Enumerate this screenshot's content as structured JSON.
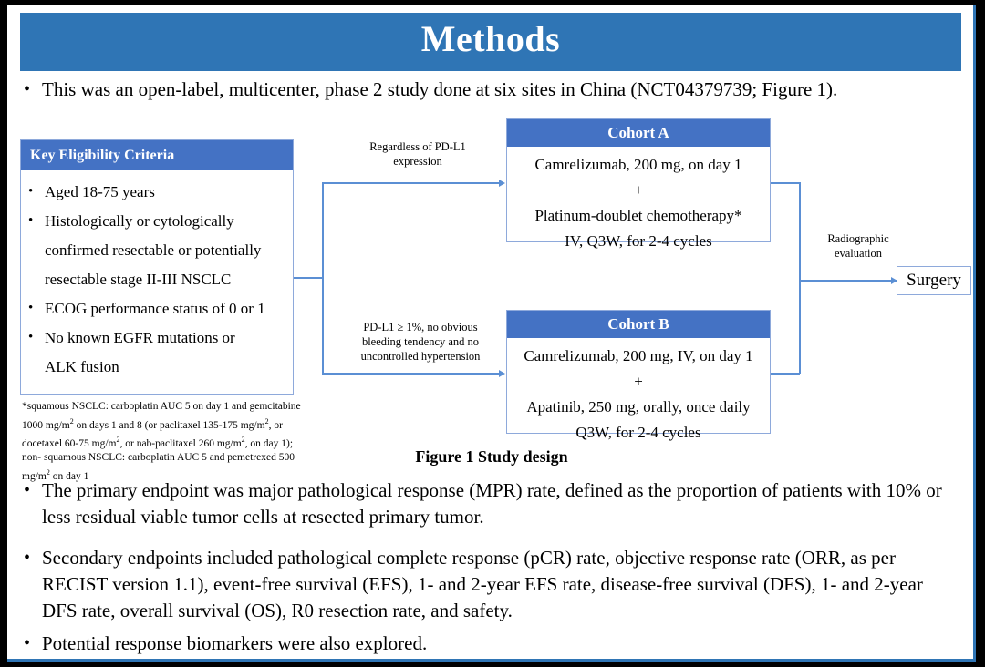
{
  "slide": {
    "title": "Methods",
    "accent_color": "#2f75b5",
    "box_header_color": "#4472c4",
    "connector_color": "#5b8fd4"
  },
  "bullets": {
    "intro": "This was an open-label, multicenter, phase 2 study done at six sites in China (NCT04379739; Figure 1).",
    "primary_endpoint": "The primary endpoint was major pathological response (MPR) rate, defined as the proportion of patients with 10% or less residual viable tumor cells at resected primary tumor.",
    "secondary_endpoints": "Secondary endpoints included pathological complete response (pCR) rate, objective response rate (ORR, as per RECIST version 1.1), event-free survival (EFS), 1- and 2-year EFS rate, disease-free survival (DFS), 1- and 2-year DFS rate, overall survival (OS), R0 resection rate, and safety.",
    "biomarkers": "Potential response biomarkers were also explored.",
    "marker": "•"
  },
  "figure": {
    "caption": "Figure 1 Study design",
    "eligibility": {
      "header": "Key  Eligibility Criteria",
      "items": [
        "Aged 18-75 years",
        "Histologically or cytologically",
        "confirmed resectable or potentially",
        "resectable stage II-III  NSCLC",
        "ECOG performance status of 0 or 1",
        "No known EGFR mutations or",
        "ALK fusion"
      ],
      "bulleted_flags": [
        true,
        true,
        false,
        false,
        true,
        true,
        false
      ],
      "marker": "•"
    },
    "footnote": {
      "line1_a": "*squamous NSCLC: carboplatin AUC 5 on day 1 and gemcitabine 1000 mg/m",
      "line1_sup": "2",
      "line1_b": " on days 1 and 8 (or",
      "line2_a": "paclitaxel 135-175 mg/m",
      "line2_sup1": "2",
      "line2_b": ", or docetaxel 60-75 mg/m",
      "line2_sup2": "2",
      "line2_c": ", or nab-paclitaxel 260 mg/m",
      "line2_sup3": "2",
      "line2_d": ", on day 1); non-",
      "line3_a": "squamous NSCLC: carboplatin AUC 5 and pemetrexed 500 mg/m",
      "line3_sup": "2",
      "line3_b": " on day 1"
    },
    "cohort_a": {
      "header": "Cohort A",
      "line1": "Camrelizumab, 200 mg, on day 1",
      "line2": "+",
      "line3": "Platinum-doublet chemotherapy*",
      "line4": "IV, Q3W, for 2-4 cycles"
    },
    "cohort_b": {
      "header": "Cohort B",
      "line1": "Camrelizumab, 200 mg, IV, on day 1",
      "line2": "+",
      "line3": "Apatinib, 250 mg, orally, once daily",
      "line4": "Q3W, for 2-4 cycles"
    },
    "connector_upper": "Regardless of PD-L1\nexpression",
    "connector_lower": "PD-L1 ≥ 1%, no obvious\nbleeding tendency and no\nuncontrolled hypertension",
    "connector_right": "Radiographic\nevaluation",
    "surgery": "Surgery"
  }
}
